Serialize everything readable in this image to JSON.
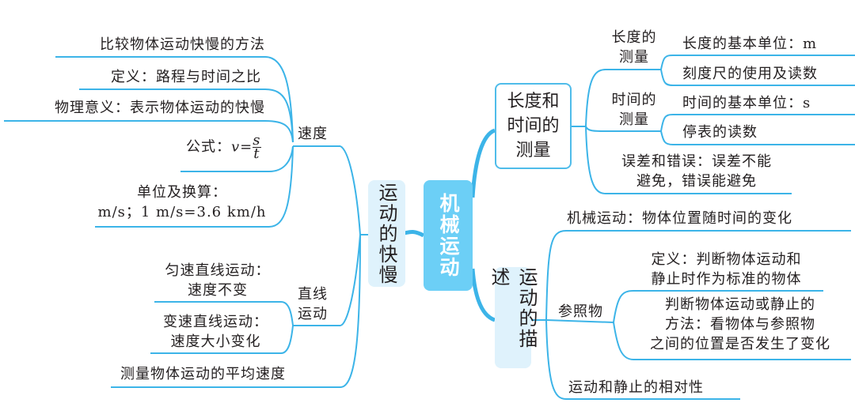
{
  "central": "机械运动",
  "left": {
    "branch": "运动的快慢",
    "speed": {
      "label": "速度",
      "items": [
        "比较物体运动快慢的方法",
        "定义：路程与时间之比",
        "物理意义：表示物体运动的快慢"
      ],
      "formula": {
        "prefix": "公式：",
        "v": "v=",
        "num": "s",
        "den": "t"
      },
      "units": {
        "line1": "单位及换算：",
        "line2": "m/s；1 m/s=3.6 km/h"
      }
    },
    "linear": {
      "label1": "直线",
      "label2": "运动",
      "uniform": {
        "line1": "匀速直线运动：",
        "line2": "速度不变"
      },
      "variable": {
        "line1": "变速直线运动：",
        "line2": "速度大小变化"
      }
    },
    "average": "测量物体运动的平均速度"
  },
  "right": {
    "measure": {
      "box": [
        "长度和",
        "时间的",
        "测量"
      ],
      "length": {
        "label1": "长度的",
        "label2": "测量",
        "items": [
          "长度的基本单位：m",
          "刻度尺的使用及读数"
        ]
      },
      "time": {
        "label1": "时间的",
        "label2": "测量",
        "items": [
          "时间的基本单位：s",
          "停表的读数"
        ]
      },
      "error": {
        "line1": "误差和错误：误差不能",
        "line2": "避免，错误能避免"
      }
    },
    "describe": {
      "box": "运动的描述",
      "mech": "机械运动：物体位置随时间的变化",
      "reference": {
        "label": "参照物",
        "def": {
          "line1": "定义：判断物体运动和",
          "line2": "静止时作为标准的物体"
        },
        "method": {
          "line1": "判断物体运动或静止的",
          "line2": "方法：看物体与参照物",
          "line3": "之间的位置是否发生了变化"
        }
      },
      "relative": "运动和静止的相对性"
    }
  },
  "colors": {
    "line": "#3cb4e8",
    "central": "#6ccff6",
    "secondary": "#dff2fc"
  }
}
